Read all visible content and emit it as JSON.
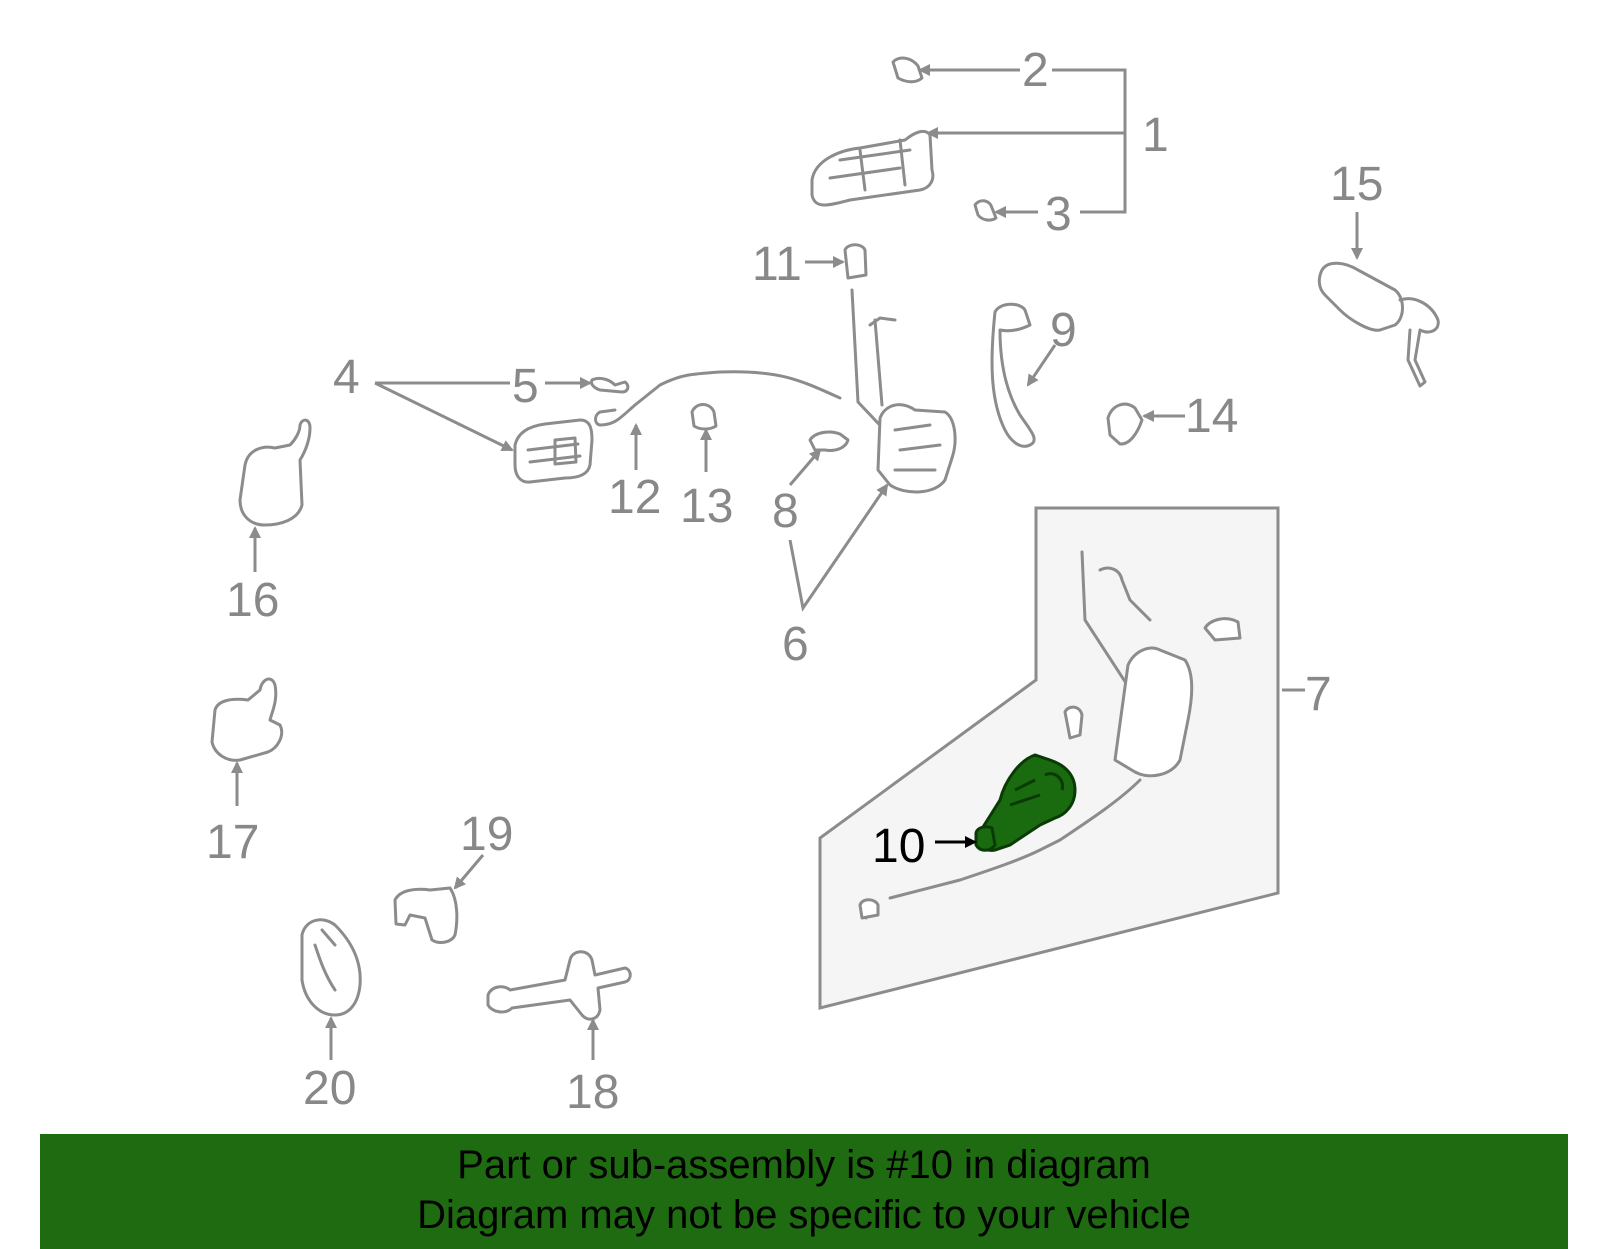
{
  "callouts": {
    "c1": "1",
    "c2": "2",
    "c3": "3",
    "c4": "4",
    "c5": "5",
    "c6": "6",
    "c7": "7",
    "c8": "8",
    "c9": "9",
    "c10": "10",
    "c11": "11",
    "c12": "12",
    "c13": "13",
    "c14": "14",
    "c15": "15",
    "c16": "16",
    "c17": "17",
    "c18": "18",
    "c19": "19",
    "c20": "20"
  },
  "highlighted_part": "10",
  "colors": {
    "highlight": "#1a6b0f",
    "banner": "#1e6b12",
    "line": "#8c8c8c",
    "subassembly_box": "#f5f5f5"
  },
  "banner": {
    "line1": "Part or sub-assembly is #10 in diagram",
    "line2": "Diagram may not be specific to your vehicle"
  }
}
